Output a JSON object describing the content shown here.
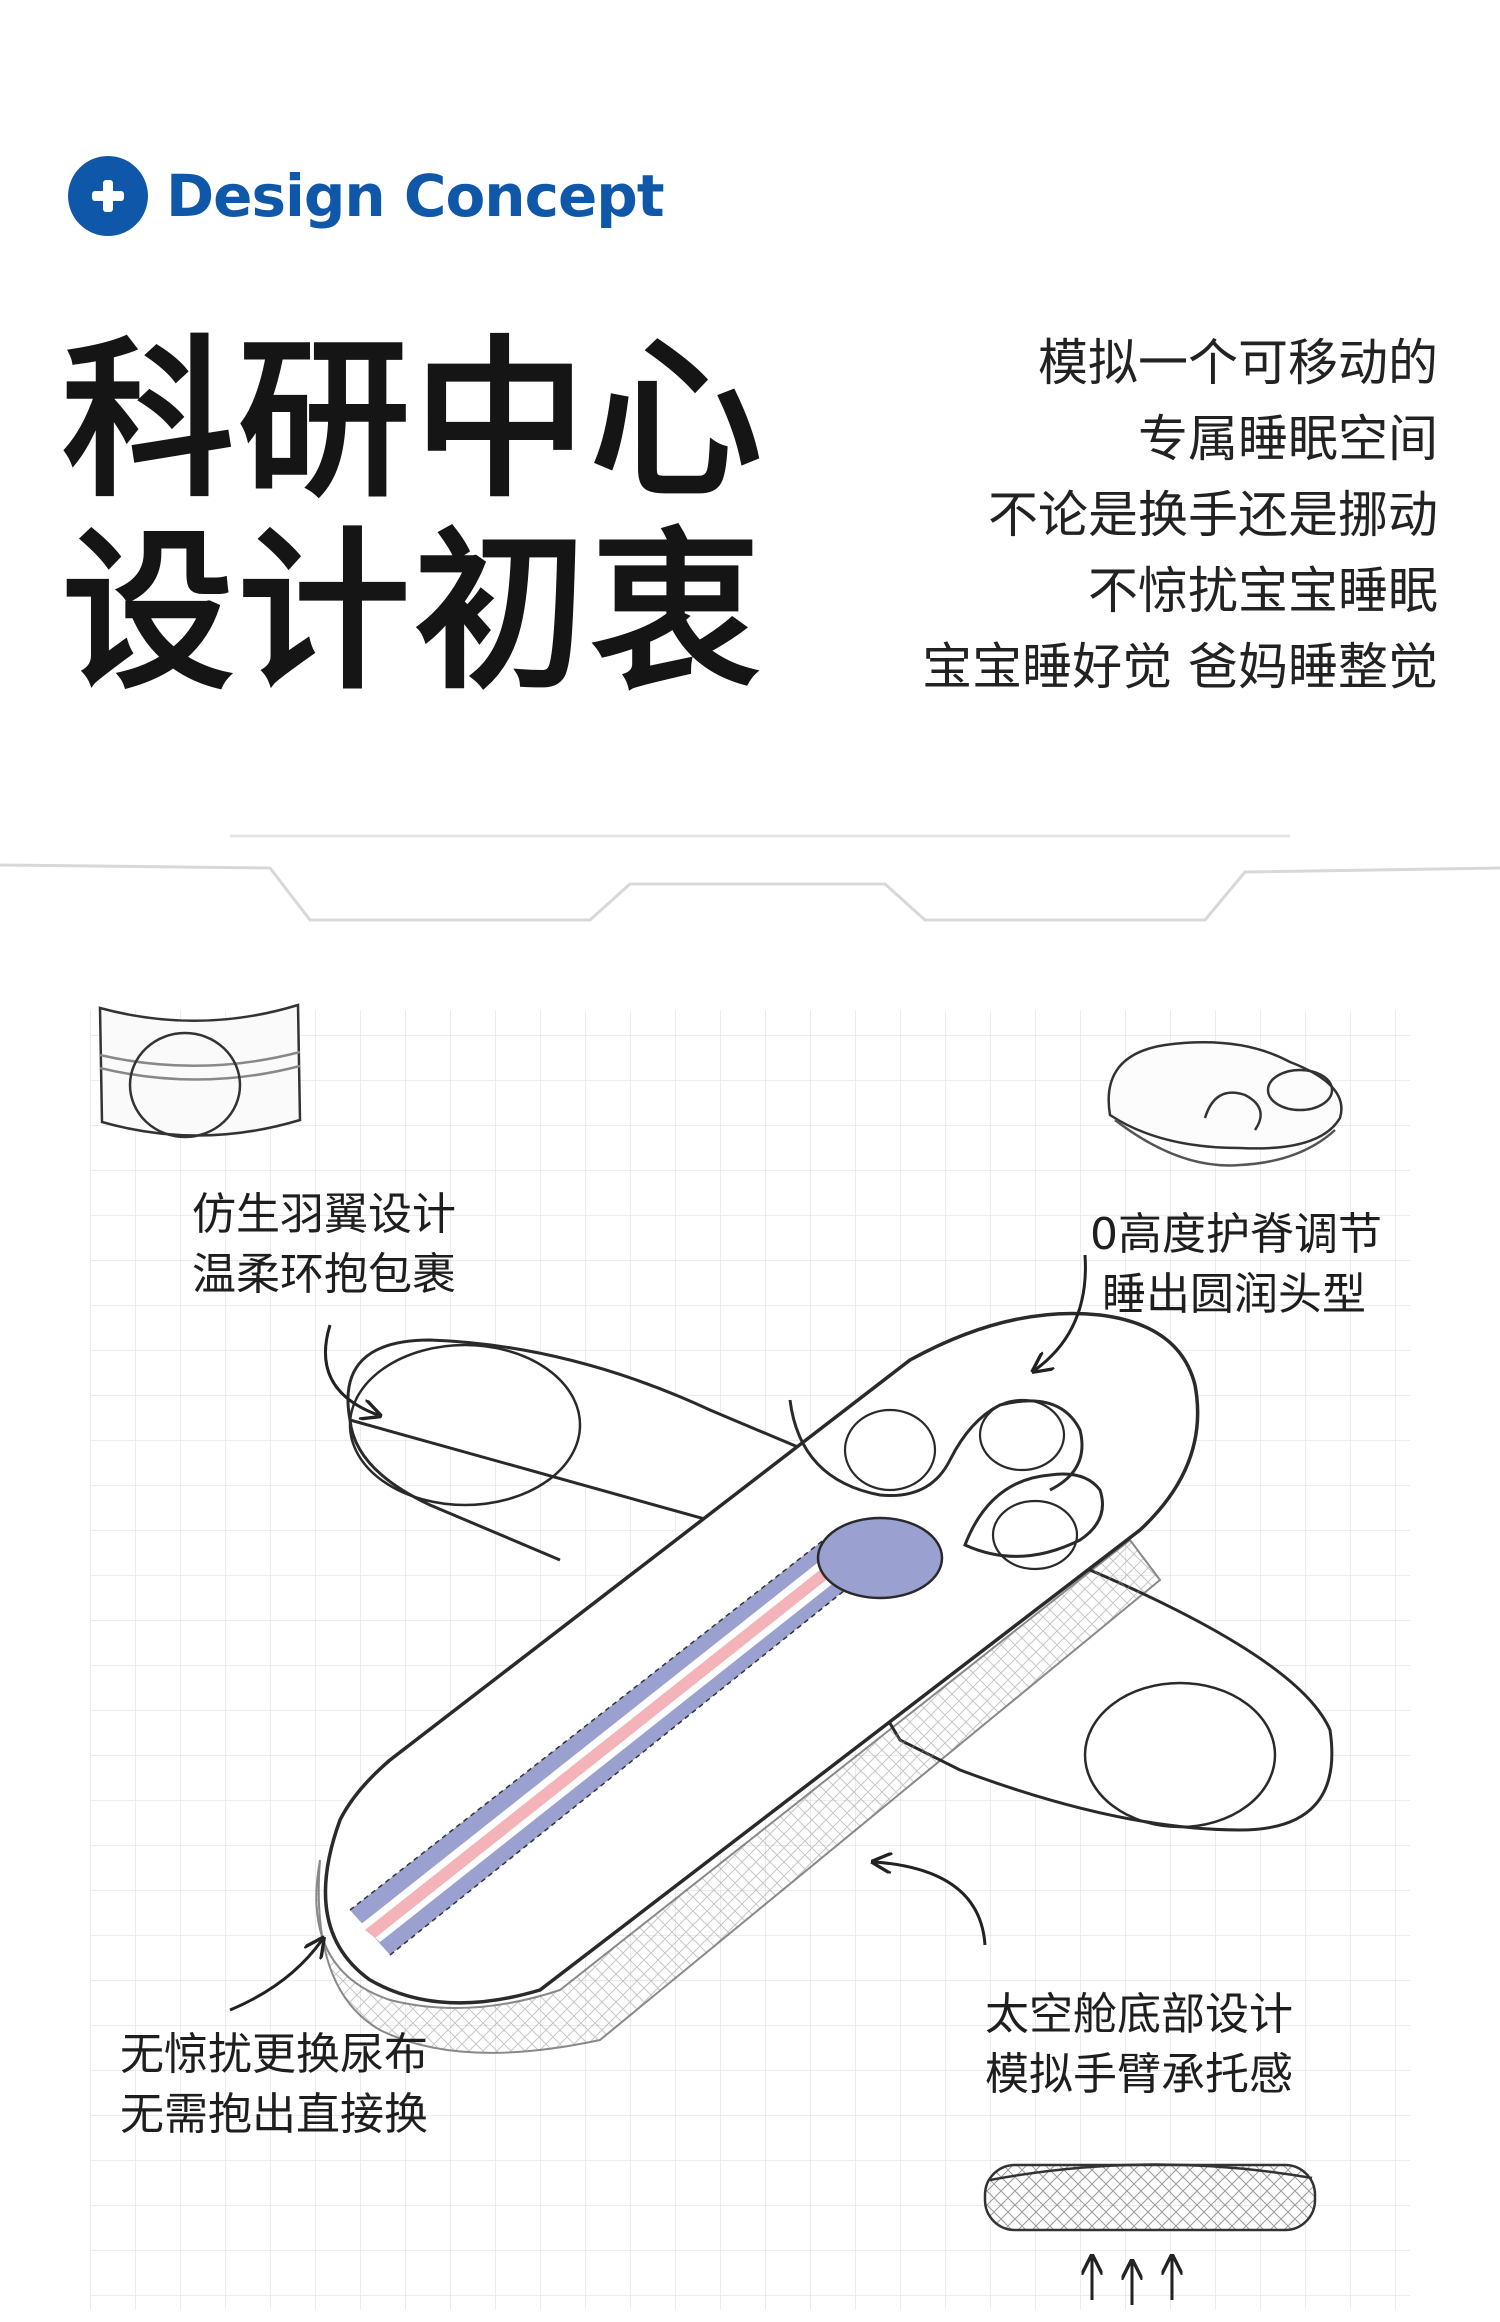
{
  "header": {
    "brand": "Design Concept",
    "brand_color": "#0f57a8",
    "icon": "plus-circle-icon"
  },
  "title": {
    "line1": "科研中心",
    "line2": "设计初衷"
  },
  "description": {
    "lines": [
      "模拟一个可移动的",
      "专属睡眠空间",
      "不论是换手还是挪动",
      "不惊扰宝宝睡眠",
      "宝宝睡好觉 爸妈睡整觉"
    ]
  },
  "callouts": {
    "wings": {
      "line1": "仿生羽翼设计",
      "line2": "温柔环抱包裹"
    },
    "head": {
      "line1": "0高度护脊调节",
      "line2": "睡出圆润头型"
    },
    "diaper": {
      "line1": "无惊扰更换尿布",
      "line2": "无需抱出直接换"
    },
    "bottom": {
      "line1": "太空舱底部设计",
      "line2": "模拟手臂承托感"
    }
  },
  "colors": {
    "stripe_blue": "#9aa0cf",
    "stripe_pink": "#f3b3b8",
    "head_blue": "#9aa0cf"
  }
}
